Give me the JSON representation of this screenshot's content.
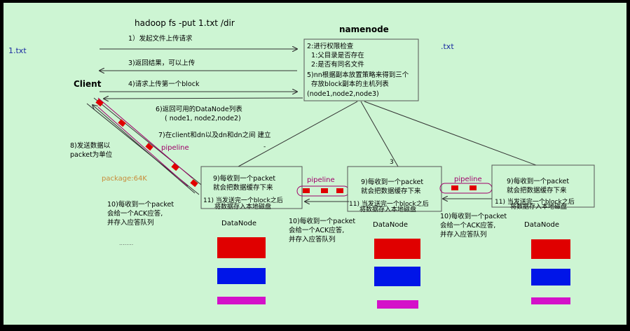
{
  "title": "hadoop fs -put 1.txt  /dir",
  "left_file": "1.txt",
  "right_file": ".txt",
  "namenode": {
    "title": "namenode",
    "lines": [
      "2:进行权限检查",
      "  1:父目录是否存在",
      "  2:是否有同名文件",
      "5)nn根据副本放置策略来得到三个",
      "  存放block副本的主机列表",
      "(node1,node2,node3)"
    ]
  },
  "client_label": "Client",
  "steps": {
    "s1": "1）发起文件上传请求",
    "s3": "3)返回结果，可以上传",
    "s4": "4)请求上传第一个block",
    "s6a": "6)返回可用的DataNode列表",
    "s6b": "( node1, node2,node2)",
    "s7": "7)在client和dn以及dn和dn之间  建立",
    "s8a": "8)发送数据以",
    "s8b": "packet为单位"
  },
  "pipeline_label": "pipeline",
  "package_label": "package:64K",
  "datanode_label": "DataNode",
  "dn_box": {
    "l1": "9)每收到一个packet",
    "l2": "就会把数据缓存下来",
    "l3": "11)  当发送完一个block之后",
    "l4": "将数据存入本地磁盘"
  },
  "ack": {
    "l1": "10)每收到一个packet",
    "l2": "会给一个ACK应答,",
    "l3": "并存入应答队列"
  },
  "misc": {
    "dash": "-",
    "mark": "3",
    "dots": "........"
  },
  "colors": {
    "background": "#cdf5d3",
    "arrow": "#333333",
    "packet": "#e00000",
    "pipeline": "#a0006a",
    "package_text": "#c98b3a",
    "block_red": "#e00000",
    "block_blue": "#0015e8",
    "block_magenta": "#d411c9"
  }
}
